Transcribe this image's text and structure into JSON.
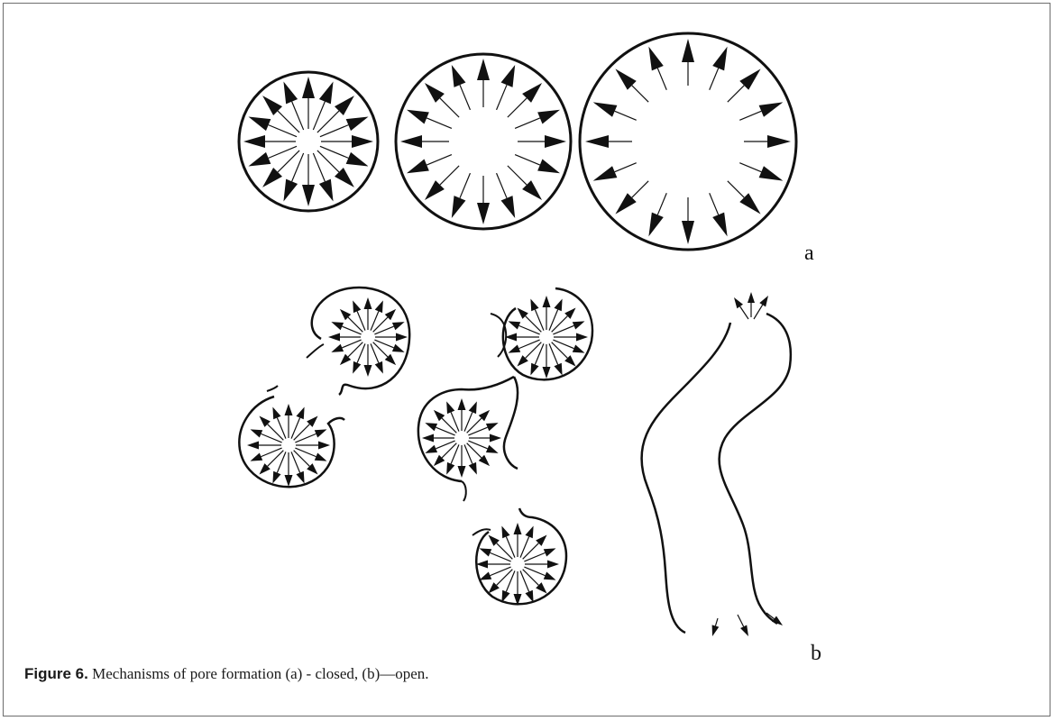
{
  "figure": {
    "panel_labels": {
      "a": "a",
      "b": "b"
    },
    "caption": {
      "label": "Figure 6.",
      "text": " Mechanisms of pore formation (a) - closed, (b)—open."
    }
  }
}
